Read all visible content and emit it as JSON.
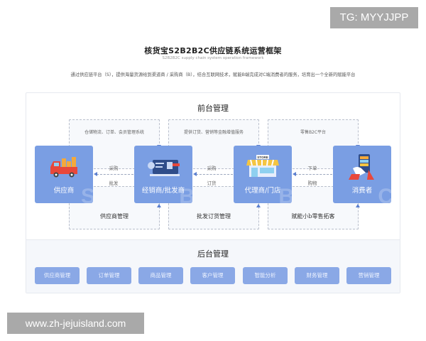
{
  "watermarks": {
    "top": "TG: MYYJJPP",
    "bottom": "www.zh-jejuisland.com"
  },
  "header": {
    "title": "核货宝S2B2B2C供应链系统运营框架",
    "subtitle": "S2B2B2C supply chain system operation framework",
    "intro": "通过供应链平台（S），提供海量货源给到渠道商 / 采购商（B），结合互联网技术，赋能B端完成对C端消费者的服务，培育出一个全新的赋能平台"
  },
  "front_office": {
    "title": "前台管理",
    "top_boxes": [
      {
        "label": "仓储物流、订单、会员管理系统"
      },
      {
        "label": "提供订货、营销等金融增值服务"
      },
      {
        "label": "零售B2C平台"
      }
    ],
    "bottom_boxes": [
      {
        "label": "供应商管理"
      },
      {
        "label": "批发订货管理"
      },
      {
        "label": "赋能小b零售拓客"
      }
    ],
    "nodes": [
      {
        "label": "供应商",
        "letter": "S",
        "icon": "truck-icon"
      },
      {
        "label": "经销商/批发商",
        "letter": "B",
        "icon": "pos-terminal-icon"
      },
      {
        "label": "代理商/门店",
        "letter": "B",
        "icon": "store-icon"
      },
      {
        "label": "消费者",
        "letter": "C",
        "icon": "mobile-phone-icon"
      }
    ],
    "store_sign": "STORE",
    "flows": [
      {
        "top": "采购",
        "bottom": "批发"
      },
      {
        "top": "采购",
        "bottom": "订货"
      },
      {
        "top": "下单",
        "bottom": "购物"
      }
    ]
  },
  "back_office": {
    "title": "后台管理",
    "buttons": [
      {
        "label": "供应商管理"
      },
      {
        "label": "订单管理"
      },
      {
        "label": "商品管理"
      },
      {
        "label": "客户管理"
      },
      {
        "label": "智能分析"
      },
      {
        "label": "财务管理"
      },
      {
        "label": "营销管理"
      }
    ]
  },
  "colors": {
    "node_blue": "#7a9ee3",
    "button_blue": "#8aa8e6",
    "arrow_blue": "#5b7fcf",
    "accent_red": "#e8483b",
    "accent_orange": "#f4a93b"
  }
}
